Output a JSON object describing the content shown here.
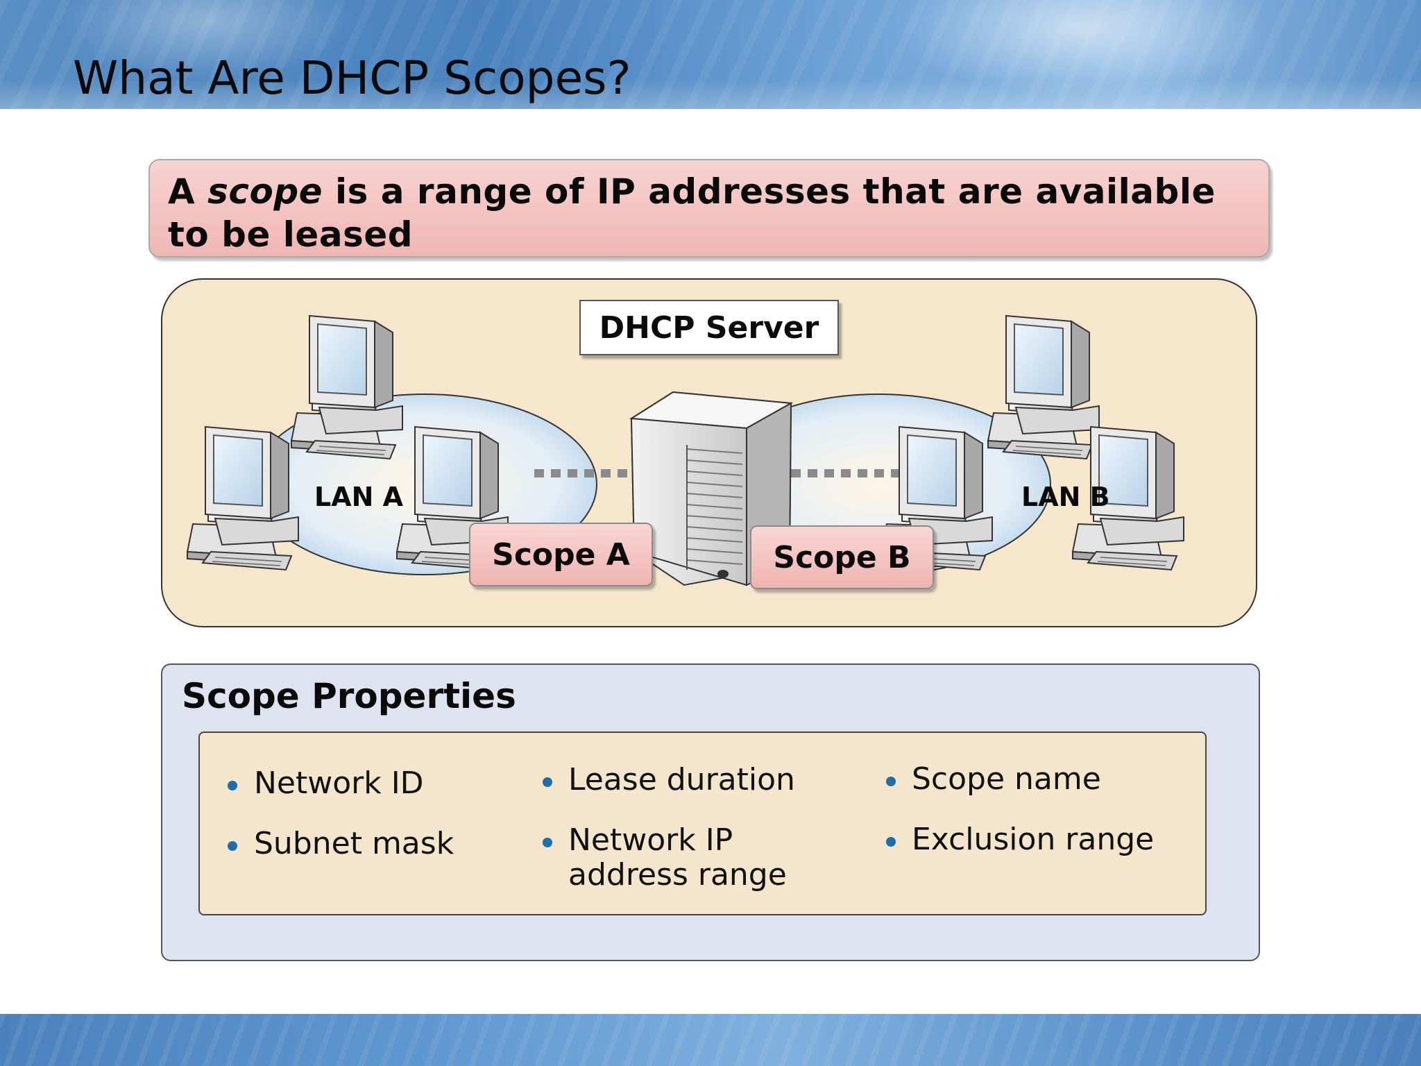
{
  "slide": {
    "title": "What Are DHCP Scopes?",
    "definition": {
      "prefix": "A ",
      "term": "scope",
      "suffix": " is a range of IP addresses that are available to be leased"
    }
  },
  "diagram": {
    "server_label": "DHCP Server",
    "lan_a_label": "LAN A",
    "lan_b_label": "LAN B",
    "scope_a_label": "Scope A",
    "scope_b_label": "Scope B"
  },
  "properties": {
    "title": "Scope Properties",
    "items": [
      "Network ID",
      "Subnet mask",
      "Lease duration",
      "Network IP address range",
      "Scope name",
      "Exclusion range"
    ]
  },
  "colors": {
    "bullet": "#1f6ea8",
    "definition_fill": "#f0b6b3",
    "diagram_fill": "#f5e6cc",
    "properties_fill": "#dde3ef"
  }
}
